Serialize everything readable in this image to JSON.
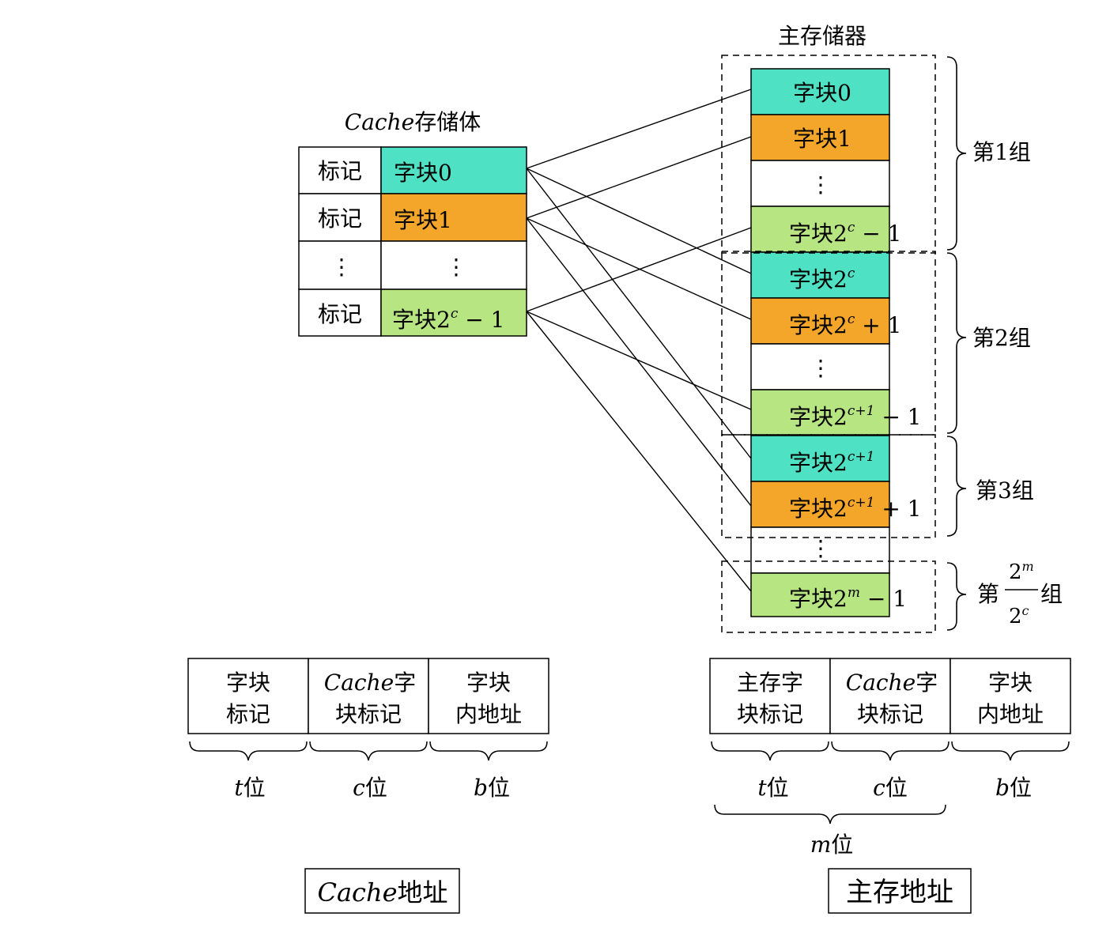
{
  "colors": {
    "teal": "#4fe1c3",
    "orange": "#f4a62a",
    "lightgreen": "#b7e582",
    "white": "#ffffff",
    "stroke": "#000000"
  },
  "cache": {
    "title_italic": "Cache",
    "title_rest": "存储体",
    "tag_label": "标记",
    "ellipsis": "⋮",
    "block0": "字块0",
    "block1": "字块1",
    "blockLast": {
      "base": "字块2",
      "sup": "c",
      "tail": " − 1"
    }
  },
  "main": {
    "title": "主存储器",
    "block0": "字块0",
    "block1": "字块1",
    "ellipsis": "⋮",
    "b2c_minus1": {
      "base": "字块2",
      "sup": "c",
      "tail": " − 1"
    },
    "b2c": {
      "base": "字块2",
      "sup": "c"
    },
    "b2c_plus1": {
      "base": "字块2",
      "sup": "c",
      "tail": " + 1"
    },
    "b2c1_minus1": {
      "base": "字块2",
      "sup": "c+1",
      "tail": " − 1"
    },
    "b2c1": {
      "base": "字块2",
      "sup": "c+1"
    },
    "b2c1_plus1": {
      "base": "字块2",
      "sup": "c+1",
      "tail": " + 1"
    },
    "b2m_minus1": {
      "base": "字块2",
      "sup": "m",
      "tail": " − 1"
    }
  },
  "groups": {
    "g1": "第1组",
    "g2": "第2组",
    "g3": "第3组",
    "glast": {
      "prefix": "第",
      "num": "2",
      "num_sup": "m",
      "den": "2",
      "den_sup": "c",
      "suffix": "组"
    }
  },
  "cache_address": {
    "fields": [
      {
        "line1": "字块",
        "line2": "标记"
      },
      {
        "line1_italic": "Cache",
        "line1_rest": "字",
        "line2": "块标记"
      },
      {
        "line1": "字块",
        "line2": "内地址"
      }
    ],
    "bits": [
      {
        "var": "t",
        "unit": "位"
      },
      {
        "var": "c",
        "unit": "位"
      },
      {
        "var": "b",
        "unit": "位"
      }
    ],
    "caption_italic": "Cache",
    "caption_rest": "地址"
  },
  "main_address": {
    "fields": [
      {
        "line1": "主存字",
        "line2": "块标记"
      },
      {
        "line1_italic": "Cache",
        "line1_rest": "字",
        "line2": "块标记"
      },
      {
        "line1": "字块",
        "line2": "内地址"
      }
    ],
    "bits": [
      {
        "var": "t",
        "unit": "位"
      },
      {
        "var": "c",
        "unit": "位"
      },
      {
        "var": "b",
        "unit": "位"
      }
    ],
    "total": {
      "var": "m",
      "unit": "位"
    },
    "caption": "主存地址"
  }
}
